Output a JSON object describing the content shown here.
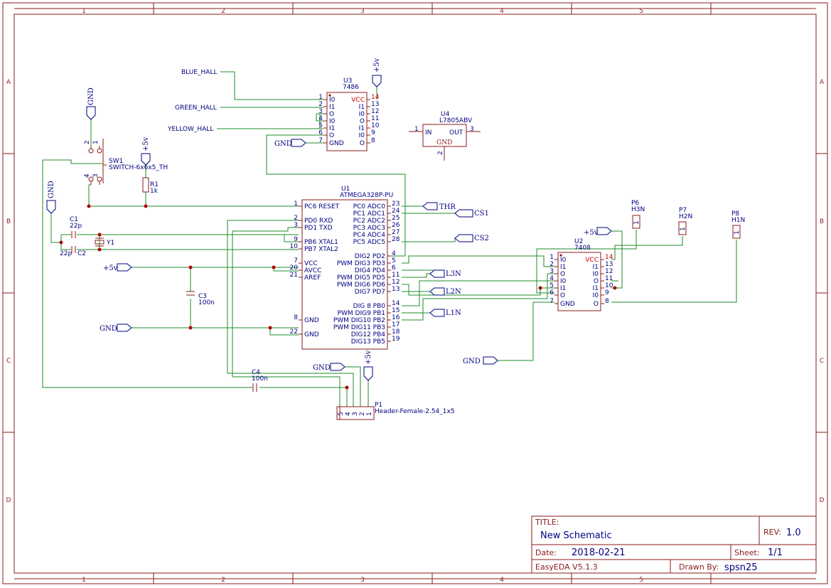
{
  "frame": {
    "columns": [
      "1",
      "2",
      "3",
      "4",
      "5"
    ],
    "rows": [
      "A",
      "B",
      "C",
      "D"
    ]
  },
  "title_block": {
    "title_label": "TITLE:",
    "title": "New Schematic",
    "rev_label": "REV:",
    "rev": "1.0",
    "date_label": "Date:",
    "date": "2018-02-21",
    "sheet_label": "Sheet:",
    "sheet": "1/1",
    "tool": "EasyEDA V5.1.3",
    "drawn_label": "Drawn By:",
    "drawn_by": "spsn25"
  },
  "nets": {
    "blue_hall": "BLUE_HALL",
    "green_hall": "GREEN_HALL",
    "yellow_hall": "YELLOW_HALL",
    "gnd": "GND",
    "vcc": "+5v",
    "thr": "THR",
    "cs1": "CS1",
    "cs2": "CS2",
    "l3n": "L3N",
    "l2n": "L2N",
    "l1n": "L1N"
  },
  "u3": {
    "ref": "U3",
    "value": "7486",
    "left_pins": [
      {
        "num": "1",
        "name": "I0"
      },
      {
        "num": "2",
        "name": "I1"
      },
      {
        "num": "3",
        "name": "O"
      },
      {
        "num": "4",
        "name": "I0"
      },
      {
        "num": "5",
        "name": "I1"
      },
      {
        "num": "6",
        "name": "O"
      },
      {
        "num": "7",
        "name": "GND"
      }
    ],
    "right_pins": [
      {
        "num": "14",
        "name": "VCC"
      },
      {
        "num": "13",
        "name": "I1"
      },
      {
        "num": "12",
        "name": "I0"
      },
      {
        "num": "11",
        "name": "O"
      },
      {
        "num": "10",
        "name": "I1"
      },
      {
        "num": "9",
        "name": "I0"
      },
      {
        "num": "8",
        "name": "O"
      }
    ]
  },
  "u4": {
    "ref": "U4",
    "value": "L7805ABV",
    "in_num": "1",
    "in_name": "IN",
    "out_num": "3",
    "out_name": "OUT",
    "gnd_num": "2",
    "gnd_name": "GND"
  },
  "u1": {
    "ref": "U1",
    "value": "ATMEGA328P-PU",
    "left_pins": [
      {
        "num": "1",
        "name": "PC6 RESET"
      },
      {
        "num": "2",
        "name": "PD0 RXD"
      },
      {
        "num": "3",
        "name": "PD1 TXD"
      },
      {
        "num": "9",
        "name": "PB6 XTAL1"
      },
      {
        "num": "10",
        "name": "PB7 XTAL2"
      },
      {
        "num": "7",
        "name": "VCC"
      },
      {
        "num": "20",
        "name": "AVCC"
      },
      {
        "num": "21",
        "name": "AREF"
      },
      {
        "num": "8",
        "name": "GND"
      },
      {
        "num": "22",
        "name": "GND"
      }
    ],
    "right_pins": [
      {
        "num": "23",
        "name": "PC0 ADC0"
      },
      {
        "num": "24",
        "name": "PC1 ADC1"
      },
      {
        "num": "25",
        "name": "PC2 ADC2"
      },
      {
        "num": "26",
        "name": "PC3 ADC3"
      },
      {
        "num": "27",
        "name": "PC4 ADC4"
      },
      {
        "num": "28",
        "name": "PC5 ADC5"
      },
      {
        "num": "4",
        "name": "DIG2 PD2"
      },
      {
        "num": "5",
        "name": "PWM DIG3 PD3"
      },
      {
        "num": "6",
        "name": "DIG4 PD4"
      },
      {
        "num": "11",
        "name": "PWM DIG5 PD5"
      },
      {
        "num": "12",
        "name": "PWM DIG6 PD6"
      },
      {
        "num": "13",
        "name": "DIG7 PD7"
      },
      {
        "num": "14",
        "name": "DIG 8 PB0"
      },
      {
        "num": "15",
        "name": "PWM DIG9 PB1"
      },
      {
        "num": "16",
        "name": "PWM DIG10 PB2"
      },
      {
        "num": "17",
        "name": "PWM DIG11 PB3"
      },
      {
        "num": "18",
        "name": "DIG12 PB4"
      },
      {
        "num": "19",
        "name": "DIG13 PB5"
      }
    ]
  },
  "u2": {
    "ref": "U2",
    "value": "7408",
    "left_pins": [
      {
        "num": "1",
        "name": "I0"
      },
      {
        "num": "2",
        "name": "I1"
      },
      {
        "num": "3",
        "name": "O"
      },
      {
        "num": "4",
        "name": "I0"
      },
      {
        "num": "5",
        "name": "I1"
      },
      {
        "num": "6",
        "name": "O"
      },
      {
        "num": "7",
        "name": "GND"
      }
    ],
    "right_pins": [
      {
        "num": "14",
        "name": "VCC"
      },
      {
        "num": "13",
        "name": "I1"
      },
      {
        "num": "12",
        "name": "I0"
      },
      {
        "num": "11",
        "name": "O"
      },
      {
        "num": "10",
        "name": "I1"
      },
      {
        "num": "9",
        "name": "I0"
      },
      {
        "num": "8",
        "name": "O"
      }
    ]
  },
  "sw1": {
    "ref": "SW1",
    "value": "SWITCH-6x6x5_TH",
    "pins": [
      "2",
      "1",
      "4",
      "3"
    ]
  },
  "r1": {
    "ref": "R1",
    "value": "1k"
  },
  "c1": {
    "ref": "C1",
    "value": "22p"
  },
  "c2": {
    "ref": "C2",
    "value": "22p"
  },
  "y1": {
    "ref": "Y1"
  },
  "c3": {
    "ref": "C3",
    "value": "100n"
  },
  "c4": {
    "ref": "C4",
    "value": "100n"
  },
  "p1": {
    "ref": "P1",
    "value": "Header-Female-2.54_1x5",
    "pins": [
      "5",
      "4",
      "3",
      "2",
      "1"
    ]
  },
  "p6": {
    "ref": "P6",
    "value": "H3N",
    "pin": "1"
  },
  "p7": {
    "ref": "P7",
    "value": "H2N",
    "pin": "1"
  },
  "p8": {
    "ref": "P8",
    "value": "H1N",
    "pin": "1"
  }
}
